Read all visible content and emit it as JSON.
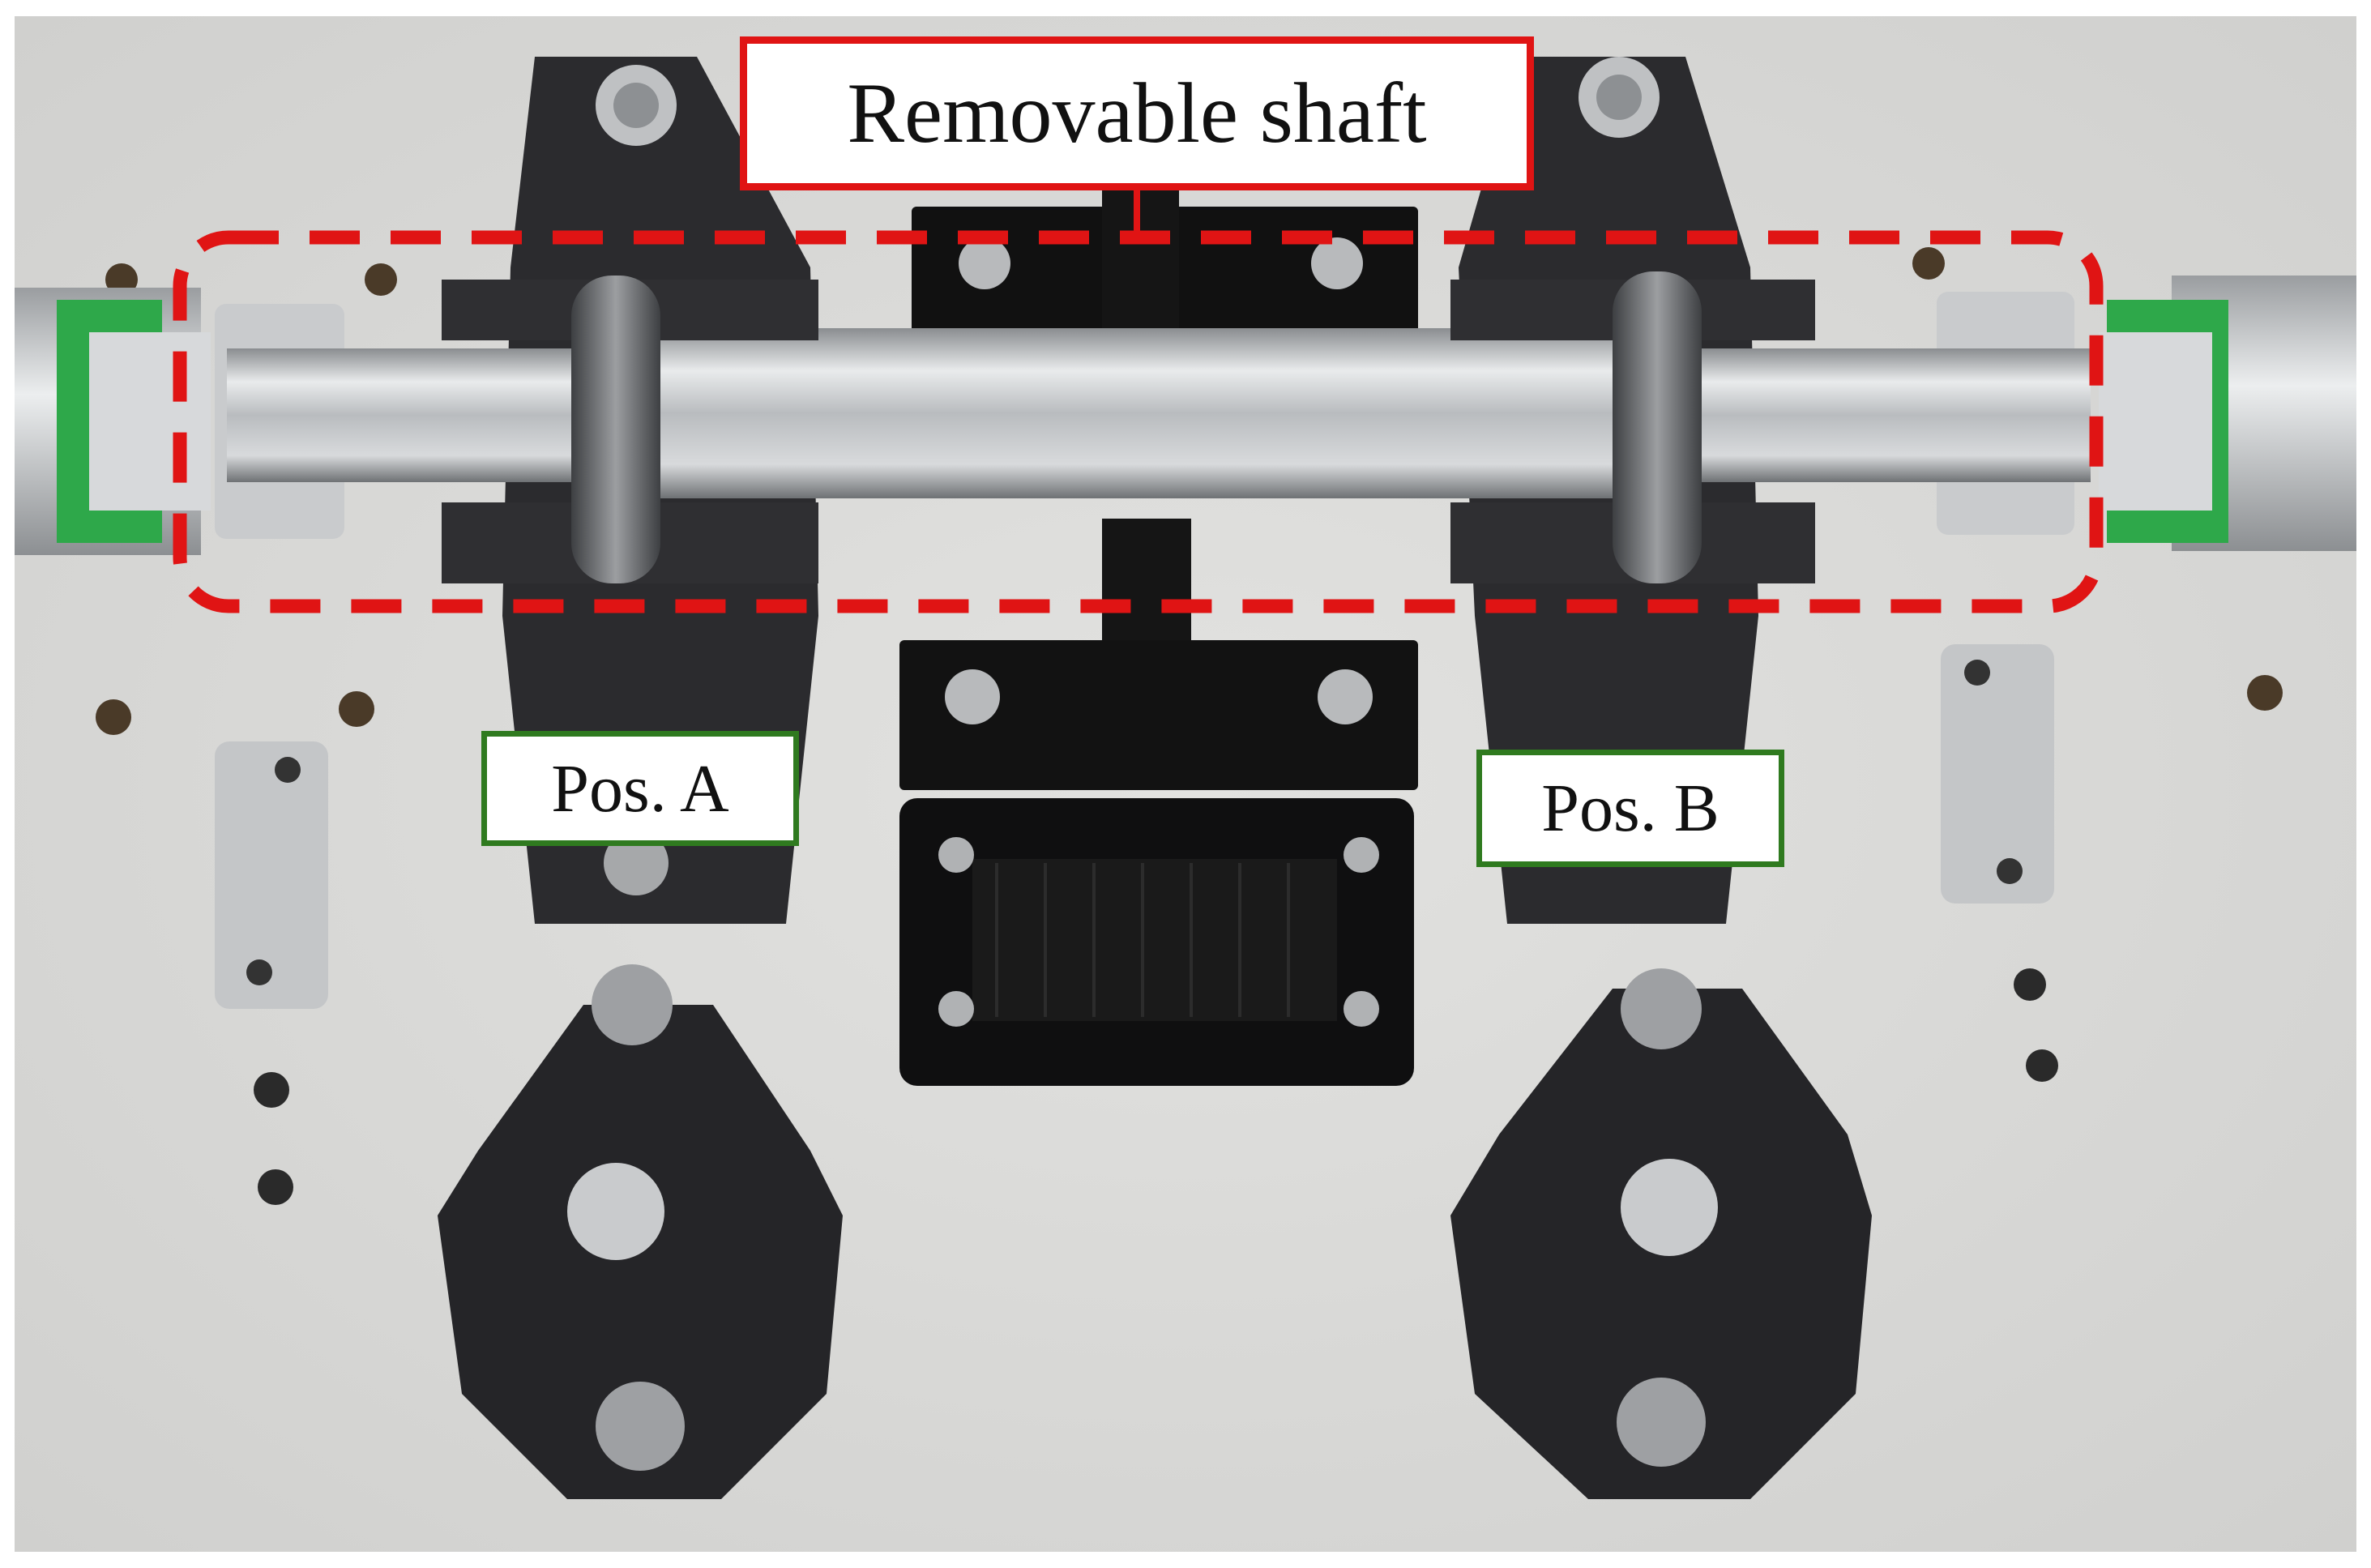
{
  "labels": {
    "shaft": "Removable shaft",
    "pos_a": "Pos. A",
    "pos_b": "Pos. B"
  },
  "colors": {
    "highlight_red": "#e01414",
    "label_green": "#2f7a1f",
    "plate": "#dcdcdc",
    "housing": "#2a2a2c",
    "steel": "#c8cacc",
    "coupling_green": "#2ea84a"
  }
}
